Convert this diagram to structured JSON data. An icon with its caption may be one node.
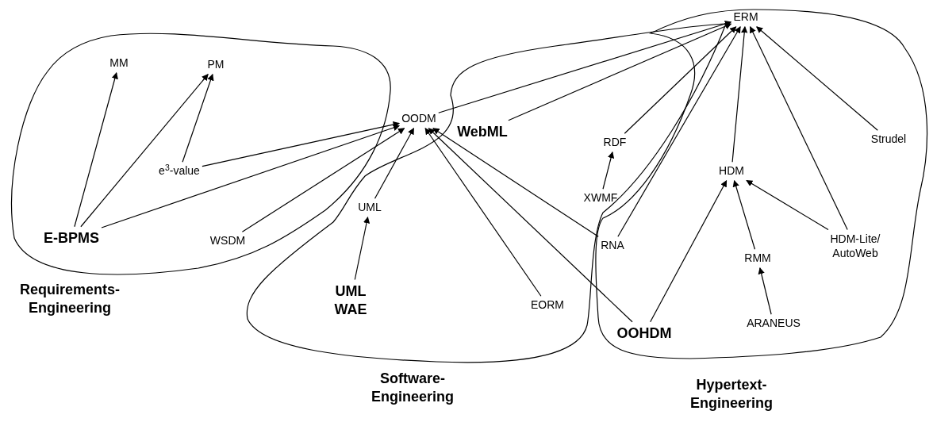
{
  "diagram": {
    "nodes": [
      {
        "text": [
          "MM"
        ]
      },
      {
        "text": [
          "PM"
        ]
      },
      {
        "text": [
          "e$^{3}$-value"
        ]
      },
      {
        "text": [
          "E-BPMS"
        ]
      },
      {
        "text": [
          "OODM"
        ]
      },
      {
        "text": [
          "WebML"
        ]
      },
      {
        "text": [
          "WSDM"
        ]
      },
      {
        "text": [
          "UML"
        ]
      },
      {
        "text": [
          "UML WAE"
        ]
      },
      {
        "text": [
          "EORM"
        ]
      },
      {
        "text": [
          "ERM"
        ]
      },
      {
        "text": [
          "RDF"
        ]
      },
      {
        "text": [
          "XWMF"
        ]
      },
      {
        "text": [
          "RNA"
        ]
      },
      {
        "text": [
          "Strudel"
        ]
      },
      {
        "text": [
          "HDM"
        ]
      },
      {
        "text": [
          "HDM-Lite/ AutoWeb"
        ]
      },
      {
        "text": [
          "RMM"
        ]
      },
      {
        "text": [
          "ARANEUS"
        ]
      },
      {
        "text": [
          "OOHDM"
        ]
      }
    ],
    "edges": [
      {
        "from": 3,
        "to": 0,
        "arrow": "to"
      },
      {
        "from": 3,
        "to": 1,
        "arrow": "to"
      },
      {
        "from": 2,
        "to": 1,
        "arrow": "to"
      },
      {
        "from": 2,
        "to": 4,
        "arrow": "to"
      },
      {
        "from": 3,
        "to": 4,
        "arrow": "to"
      },
      {
        "from": 6,
        "to": 4,
        "arrow": "to"
      },
      {
        "from": 7,
        "to": 4,
        "arrow": "to"
      },
      {
        "from": 8,
        "to": 7,
        "arrow": "to"
      },
      {
        "from": 9,
        "to": 4,
        "arrow": "to"
      },
      {
        "from": 13,
        "to": 4,
        "arrow": "to"
      },
      {
        "from": 19,
        "to": 4,
        "arrow": "to"
      },
      {
        "from": 4,
        "to": 10,
        "arrow": "to"
      },
      {
        "from": 5,
        "to": 10,
        "arrow": "to"
      },
      {
        "from": 11,
        "to": 10,
        "arrow": "to"
      },
      {
        "from": 12,
        "to": 11,
        "arrow": "to"
      },
      {
        "from": 13,
        "to": 10,
        "arrow": "to"
      },
      {
        "from": 14,
        "to": 10,
        "arrow": "to"
      },
      {
        "from": 15,
        "to": 10,
        "arrow": "to"
      },
      {
        "from": 16,
        "to": 10,
        "arrow": "to"
      },
      {
        "from": 16,
        "to": 15,
        "arrow": "to"
      },
      {
        "from": 19,
        "to": 15,
        "arrow": "to"
      },
      {
        "from": 17,
        "to": 15,
        "arrow": "to"
      },
      {
        "from": 18,
        "to": 17,
        "arrow": "to"
      }
    ],
    "labels": [
      "Requirements-Engineering",
      "Software-Engineering",
      "Hypertext-Engineering"
    ]
  }
}
